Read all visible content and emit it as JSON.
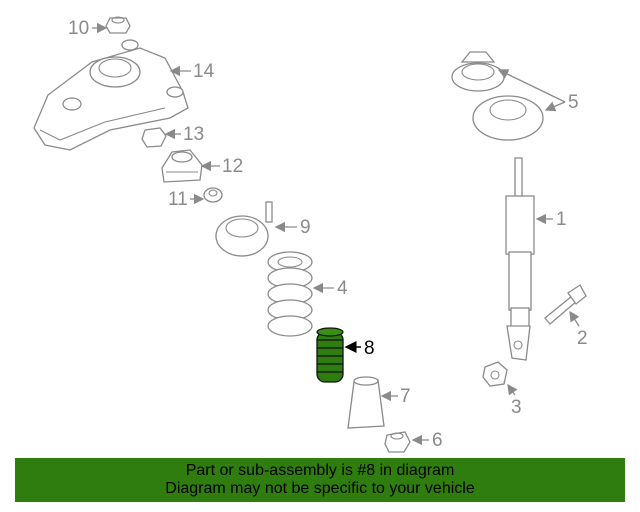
{
  "callouts": {
    "c1": "1",
    "c2": "2",
    "c3": "3",
    "c4": "4",
    "c5": "5",
    "c6": "6",
    "c7": "7",
    "c8": "8",
    "c9": "9",
    "c10": "10",
    "c11": "11",
    "c12": "12",
    "c13": "13",
    "c14": "14"
  },
  "highlight_color": "#2e7d0e",
  "banner": {
    "line1": "Part or sub-assembly is #8 in diagram",
    "line2": "Diagram may not be specific to your vehicle"
  }
}
